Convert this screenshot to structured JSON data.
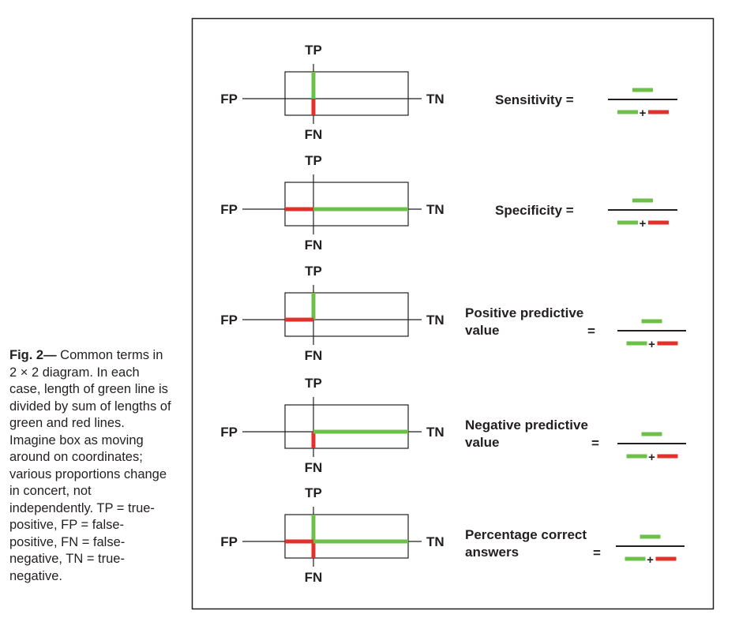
{
  "caption": {
    "label": "Fig. 2—",
    "text": " Common terms in 2 × 2 diagram. In each case, length of green line is divided by sum of lengths of green and red lines. Imagine box as moving around on coordinates; various proportions change in concert, not independently. TP = true-positive, FP = false-positive, FN = false-negative, TN = true-negative."
  },
  "axis_labels": {
    "tp": "TP",
    "fp": "FP",
    "fn": "FN",
    "tn": "TN"
  },
  "colors": {
    "green": "#6cc04a",
    "red": "#e2302b",
    "ink": "#231f20"
  },
  "formula_parts": {
    "plus": "+",
    "equals": "="
  },
  "panels": [
    {
      "term_lines": [
        "Sensitivity ="
      ]
    },
    {
      "term_lines": [
        "Specificity ="
      ]
    },
    {
      "term_lines": [
        "Positive predictive",
        "value"
      ]
    },
    {
      "term_lines": [
        "Negative predictive",
        "value"
      ]
    },
    {
      "term_lines": [
        "Percentage correct",
        "answers"
      ]
    }
  ]
}
